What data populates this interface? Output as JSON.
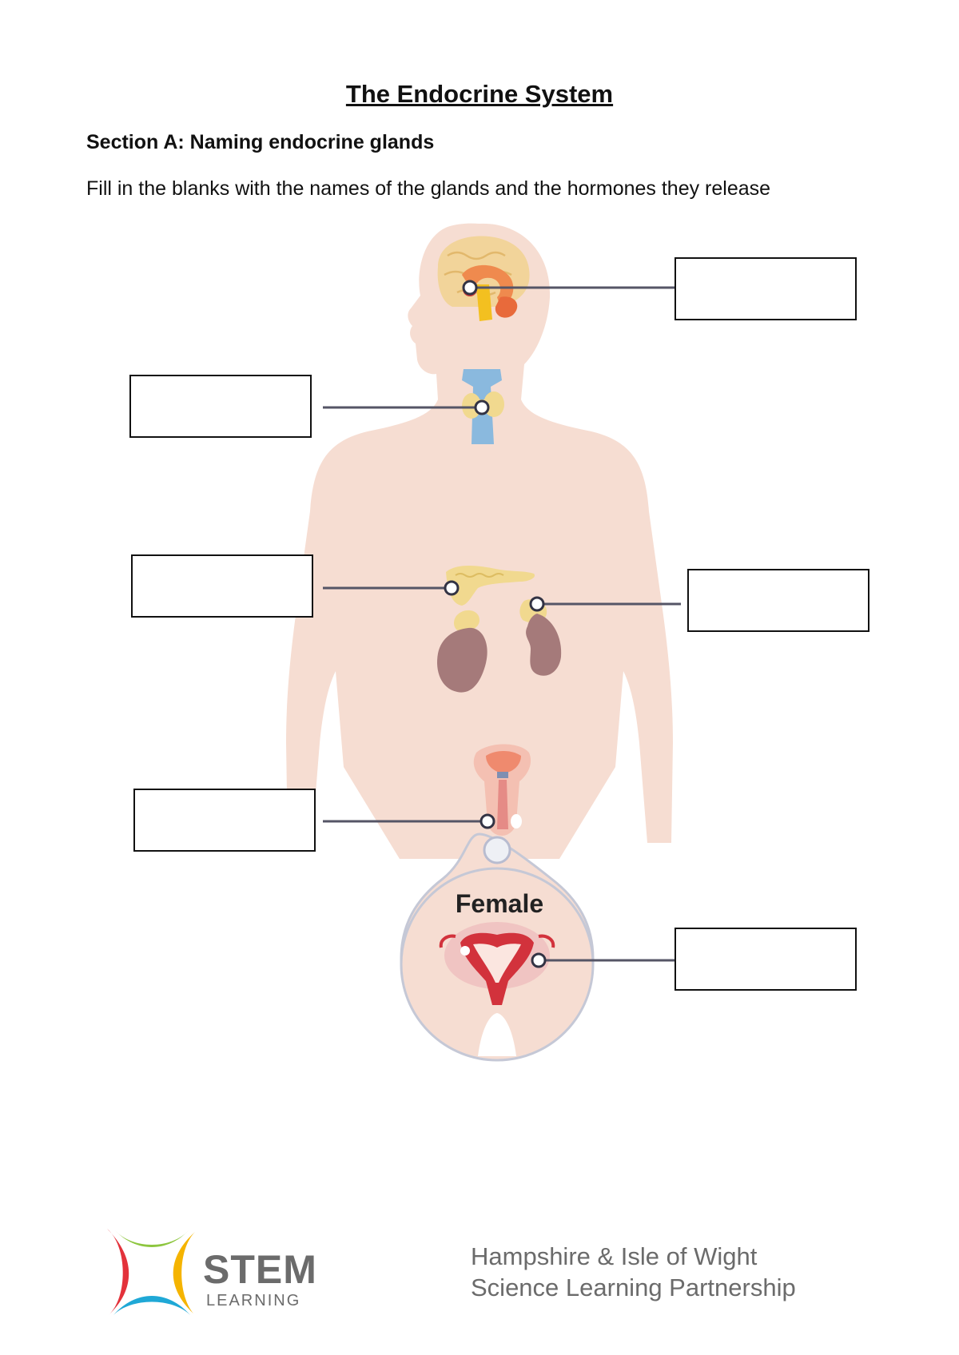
{
  "page": {
    "title": "The Endocrine System",
    "section_heading": "Section A: Naming endocrine glands",
    "instruction": "Fill in the blanks with the names of the glands and the hormones they release"
  },
  "diagram": {
    "inset_label": "Female",
    "blank_count": 6
  },
  "footer": {
    "logo_word": "STEM",
    "logo_subword": "LEARNING",
    "partner_line1": "Hampshire & Isle of Wight",
    "partner_line2": "Science Learning Partnership"
  },
  "colors": {
    "skin": "#f6ddd2",
    "skin_dark": "#efcfc2",
    "gland_yellow": "#f1d98f",
    "pituitary": "#f3c020",
    "trachea_blue": "#8ab9de",
    "kidney": "#a57a7a",
    "uterus_red": "#d2323c",
    "leader_line": "#555566",
    "logo_red": "#e3323b",
    "logo_green": "#8dc63f",
    "logo_yellow": "#f5b400",
    "logo_blue": "#1fa8d6",
    "footer_gray": "#6b6b6b"
  }
}
